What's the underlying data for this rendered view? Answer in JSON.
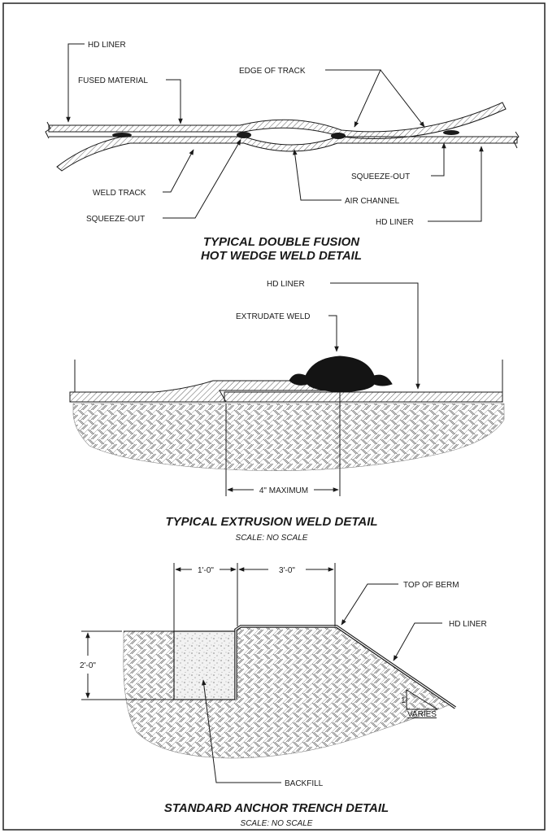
{
  "detail1": {
    "labels": {
      "hd_liner_top": "HD LINER",
      "fused_material": "FUSED MATERIAL",
      "edge_of_track": "EDGE OF TRACK",
      "weld_track": "WELD TRACK",
      "squeeze_out_left": "SQUEEZE-OUT",
      "squeeze_out_right": "SQUEEZE-OUT",
      "air_channel": "AIR CHANNEL",
      "hd_liner_bottom": "HD LINER"
    },
    "title_line1": "TYPICAL DOUBLE FUSION",
    "title_line2": "HOT WEDGE WELD DETAIL"
  },
  "detail2": {
    "labels": {
      "hd_liner": "HD   LINER",
      "extrudate_weld": "EXTRUDATE WELD",
      "dimension": "4\" MAXIMUM"
    },
    "title": "TYPICAL EXTRUSION WELD DETAIL",
    "scale": "SCALE:  NO SCALE"
  },
  "detail3": {
    "labels": {
      "width_trench": "1'-0\"",
      "width_runout": "3'-0\"",
      "depth": "2'-0\"",
      "top_of_berm": "TOP OF BERM",
      "hd_liner": "HD   LINER",
      "slope_rise": "1",
      "slope_run": "VARIES",
      "backfill": "BACKFILL"
    },
    "title": "STANDARD ANCHOR TRENCH DETAIL",
    "scale": "SCALE:  NO SCALE"
  }
}
